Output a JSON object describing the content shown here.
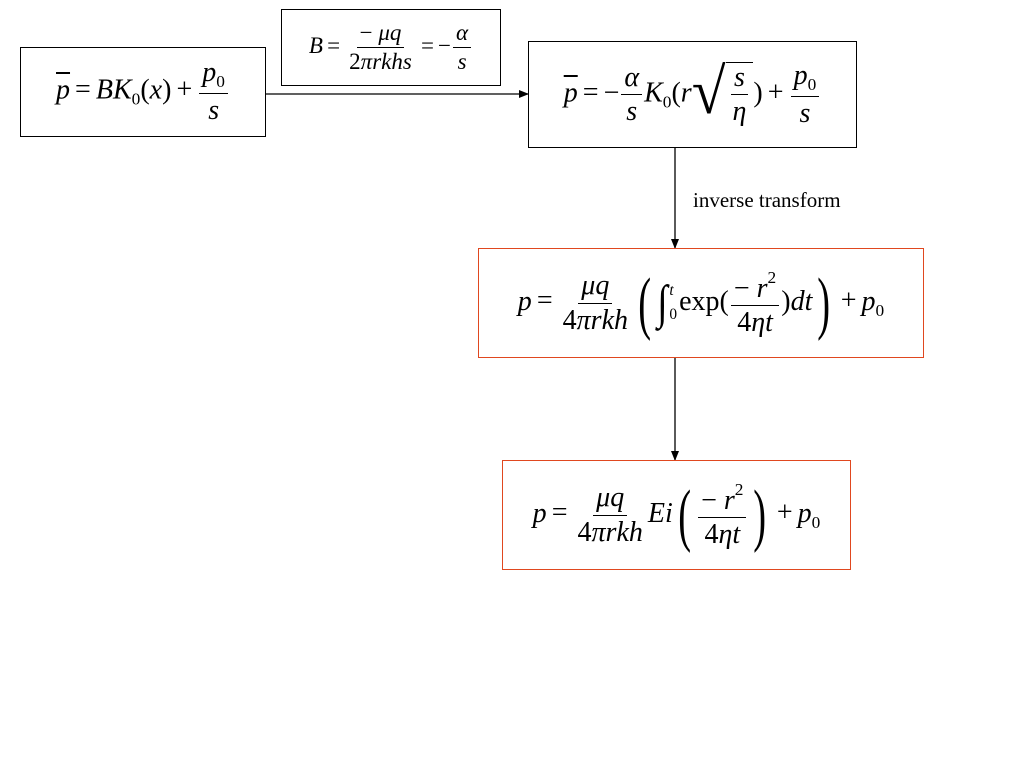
{
  "equations": {
    "eq1": "p = BK0(x) + p0/s",
    "eq2": "B = −μq/(2πrkhs) = −α/s",
    "eq3": "p = −(α/s) K0(r√(s/η)) + p0/s",
    "eq4": "p = (μq/(4πrkh)) (∫0^t exp(−r²/(4ηt)) dt) + p0",
    "eq5": "p = (μq/(4πrkh)) Ei(−r²/(4ηt)) + p0"
  },
  "labels": {
    "inverse_transform": "inverse transform"
  },
  "colors": {
    "box_border_black": "#000000",
    "box_border_red": "#e0471f",
    "arrow": "#000000"
  }
}
